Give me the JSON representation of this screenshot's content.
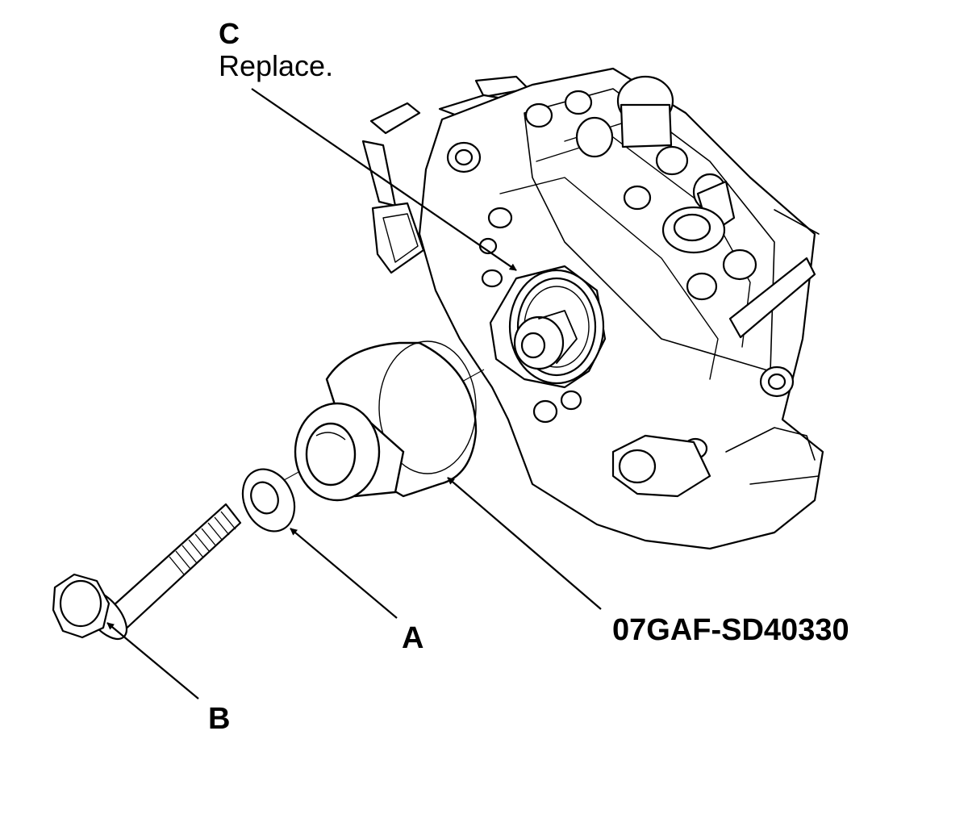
{
  "callouts": {
    "c": {
      "letter": "C",
      "note": "Replace."
    },
    "a": {
      "letter": "A"
    },
    "b": {
      "letter": "B"
    },
    "tool": {
      "code": "07GAF-SD40330"
    }
  },
  "colors": {
    "ink": "#000000",
    "paper": "#ffffff"
  }
}
